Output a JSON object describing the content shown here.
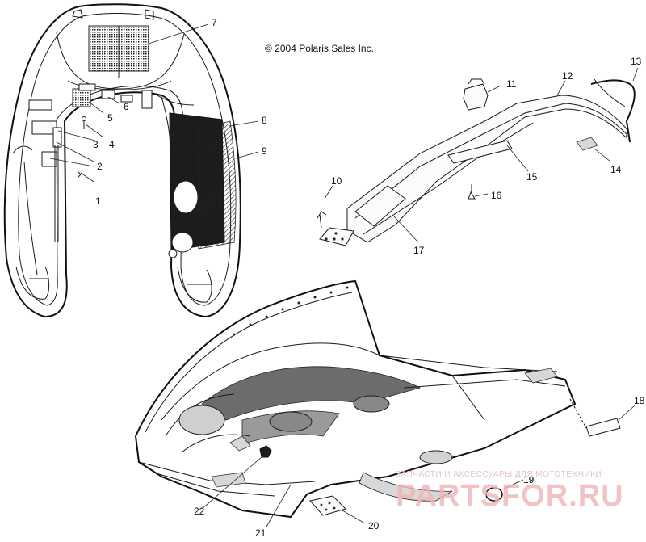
{
  "copyright": "© 2004 Polaris Sales Inc.",
  "watermark": {
    "tagline": "ЗАПЧАСТИ И АКСЕССУАРЫ ДЛЯ МОТОТЕХНИКИ",
    "brand": "PARTSFOR.RU",
    "color": "#f1b5b5"
  },
  "callouts": [
    "1",
    "2",
    "3",
    "4",
    "5",
    "6",
    "7",
    "8",
    "9",
    "10",
    "11",
    "12",
    "13",
    "14",
    "15",
    "16",
    "17",
    "18",
    "19",
    "20",
    "21",
    "22"
  ]
}
